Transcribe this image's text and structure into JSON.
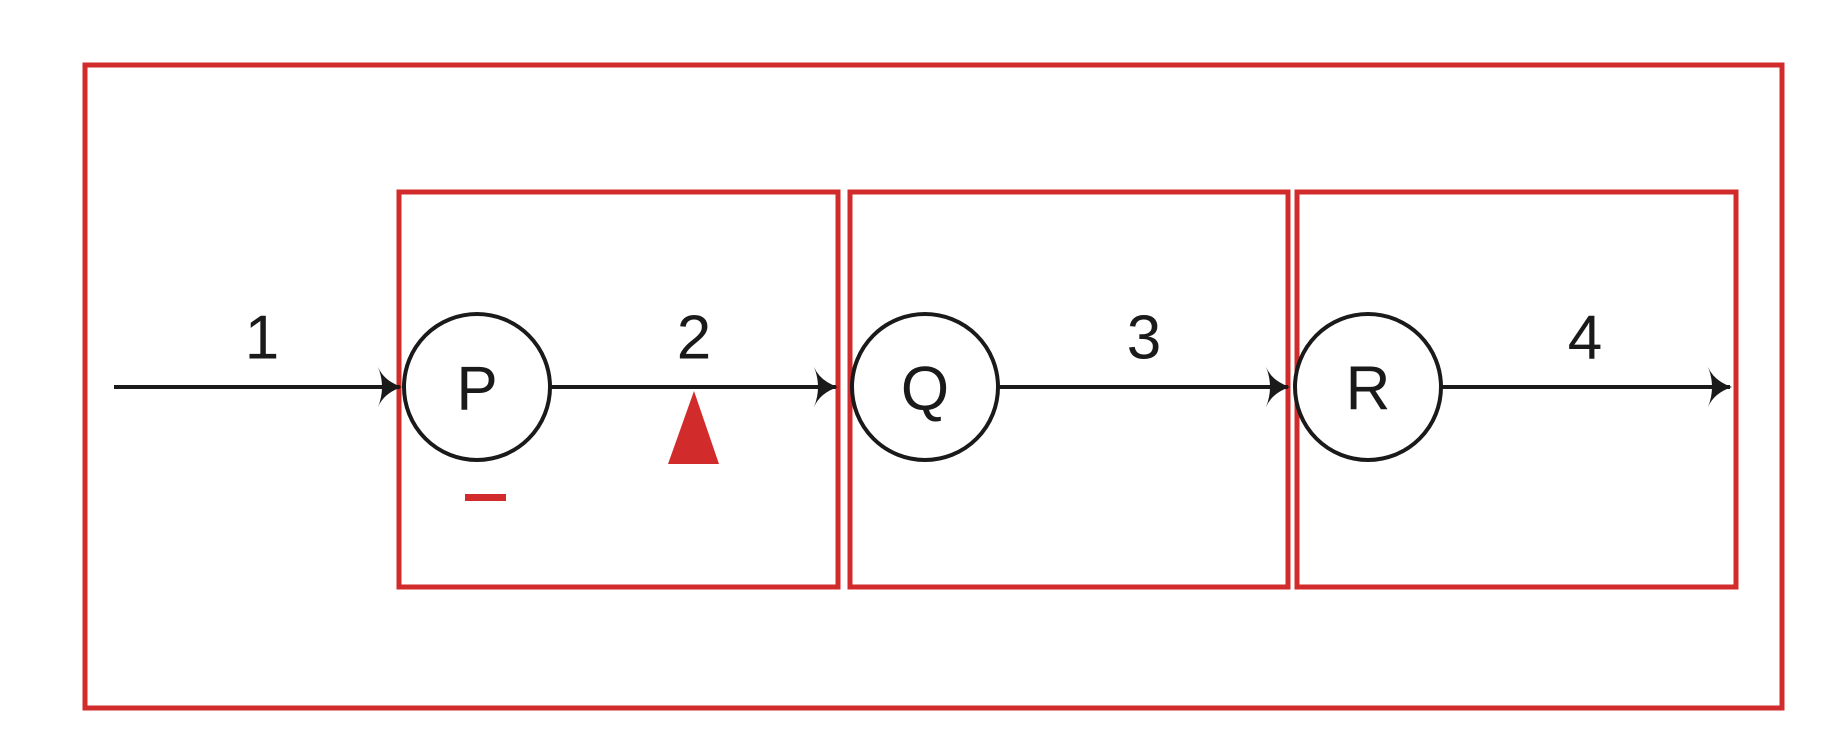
{
  "colors": {
    "frame": "#d22b2b",
    "line": "#1a1a1a",
    "marker": "#d22b2b",
    "background": "#ffffff"
  },
  "nodes": [
    {
      "id": "P",
      "label": "P"
    },
    {
      "id": "Q",
      "label": "Q"
    },
    {
      "id": "R",
      "label": "R"
    }
  ],
  "edges": [
    {
      "id": "e1",
      "label": "1",
      "from": "",
      "to": "P"
    },
    {
      "id": "e2",
      "label": "2",
      "from": "P",
      "to": "Q"
    },
    {
      "id": "e3",
      "label": "3",
      "from": "Q",
      "to": "R"
    },
    {
      "id": "e4",
      "label": "4",
      "from": "R",
      "to": ""
    }
  ],
  "annotations": {
    "minus_marker": "minus-icon",
    "triangle_marker": "triangle-icon"
  }
}
